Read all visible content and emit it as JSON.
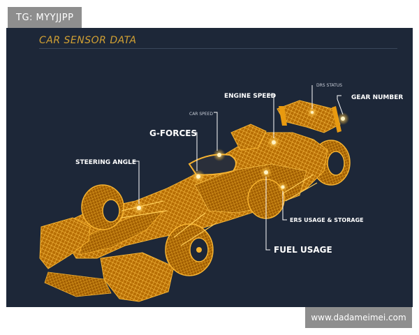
{
  "watermark": {
    "text": "TG: MYYJJPP"
  },
  "title": "CAR SENSOR DATA",
  "labels": {
    "engine_speed": "ENGINE SPEED",
    "drs_status": "DRS STATUS",
    "gear_number": "GEAR NUMBER",
    "car_speed": "CAR SPEED",
    "g_forces": "G-FORCES",
    "steering_angle": "STEERING ANGLE",
    "ers_usage": "ERS USAGE & STORAGE",
    "fuel_usage": "FUEL USAGE"
  },
  "footer": {
    "site": "www.dadameimei.com"
  },
  "colors": {
    "panel": "#1d2738",
    "car": "#f1a419",
    "accent": "#d1a033"
  }
}
